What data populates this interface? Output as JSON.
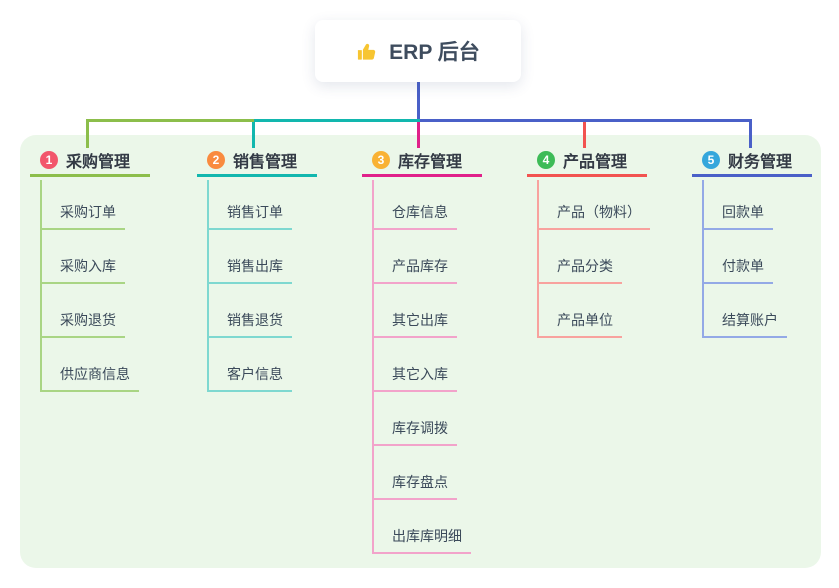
{
  "root": {
    "label": "ERP 后台",
    "icon": "thumbs-up-icon",
    "line_color": "#4A60C8"
  },
  "branches": [
    {
      "num": "1",
      "label": "采购管理",
      "badge_color": "#F2566B",
      "line_color": "#8CBE4B",
      "sub_line_color": "#A9D584",
      "items": [
        "采购订单",
        "采购入库",
        "采购退货",
        "供应商信息"
      ]
    },
    {
      "num": "2",
      "label": "销售管理",
      "badge_color": "#F98B3F",
      "line_color": "#12B7AE",
      "sub_line_color": "#7ED8D0",
      "items": [
        "销售订单",
        "销售出库",
        "销售退货",
        "客户信息"
      ]
    },
    {
      "num": "3",
      "label": "库存管理",
      "badge_color": "#F9B234",
      "line_color": "#E0218A",
      "sub_line_color": "#F2A3CA",
      "items": [
        "仓库信息",
        "产品库存",
        "其它出库",
        "其它入库",
        "库存调拨",
        "库存盘点",
        "出库库明细"
      ]
    },
    {
      "num": "4",
      "label": "产品管理",
      "badge_color": "#3DBB57",
      "line_color": "#F25350",
      "sub_line_color": "#F8A29E",
      "items": [
        "产品（物料）",
        "产品分类",
        "产品单位"
      ]
    },
    {
      "num": "5",
      "label": "财务管理",
      "badge_color": "#35A7DC",
      "line_color": "#4A60C8",
      "sub_line_color": "#93A9E6",
      "items": [
        "回款单",
        "付款单",
        "结算账户"
      ]
    }
  ],
  "panel_color": "#EBF7E9"
}
